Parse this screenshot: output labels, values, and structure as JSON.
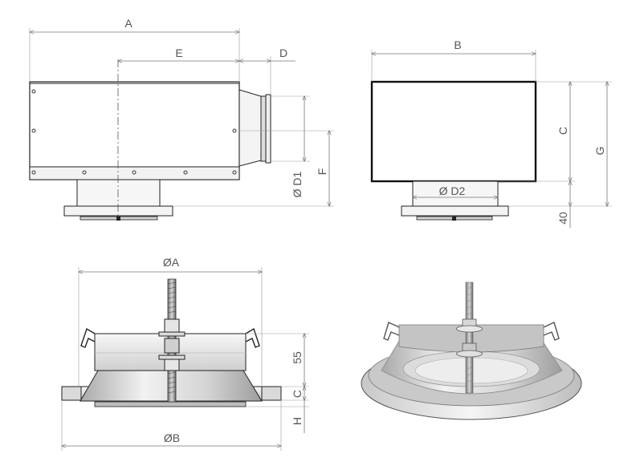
{
  "labels": {
    "A": "A",
    "B": "B",
    "C_side": "C",
    "D": "D",
    "E": "E",
    "F": "F",
    "G": "G",
    "D1": "Ø D1",
    "D2": "Ø D2",
    "forty": "40",
    "phiA": "ØA",
    "phiB": "ØB",
    "fiftyfive": "55",
    "C_bottom": "C",
    "H": "H"
  },
  "colors": {
    "line": "#222222",
    "dimension": "#777777",
    "metal_light": "#eeeeee",
    "metal_mid": "#cfcfcf",
    "metal_dark": "#9e9e9e"
  }
}
